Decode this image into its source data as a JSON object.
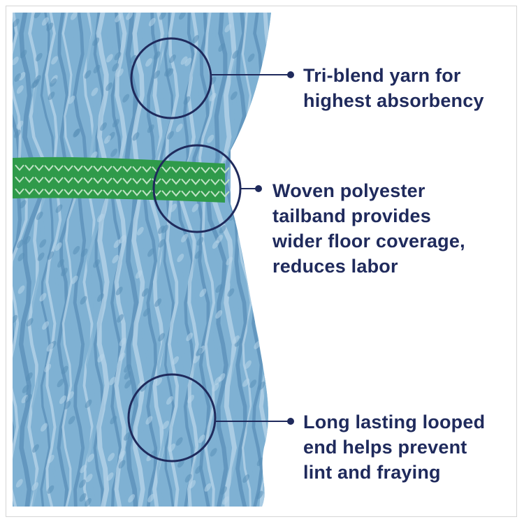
{
  "colors": {
    "yarn_blue": "#7fb1d3",
    "yarn_shadow": "#5a8fb8",
    "yarn_highlight": "#b8d6ea",
    "band_green": "#2f9a4a",
    "band_light": "#bfe3c4",
    "callout_navy": "#1f2a5c",
    "frame_gray": "#d6d6d6"
  },
  "callouts": [
    {
      "text": "Tri-blend yarn for\nhighest absorbency"
    },
    {
      "text": "Woven polyester\ntailband provides\nwider floor coverage,\nreduces labor"
    },
    {
      "text": "Long lasting looped\nend helps prevent\nlint and fraying"
    }
  ]
}
